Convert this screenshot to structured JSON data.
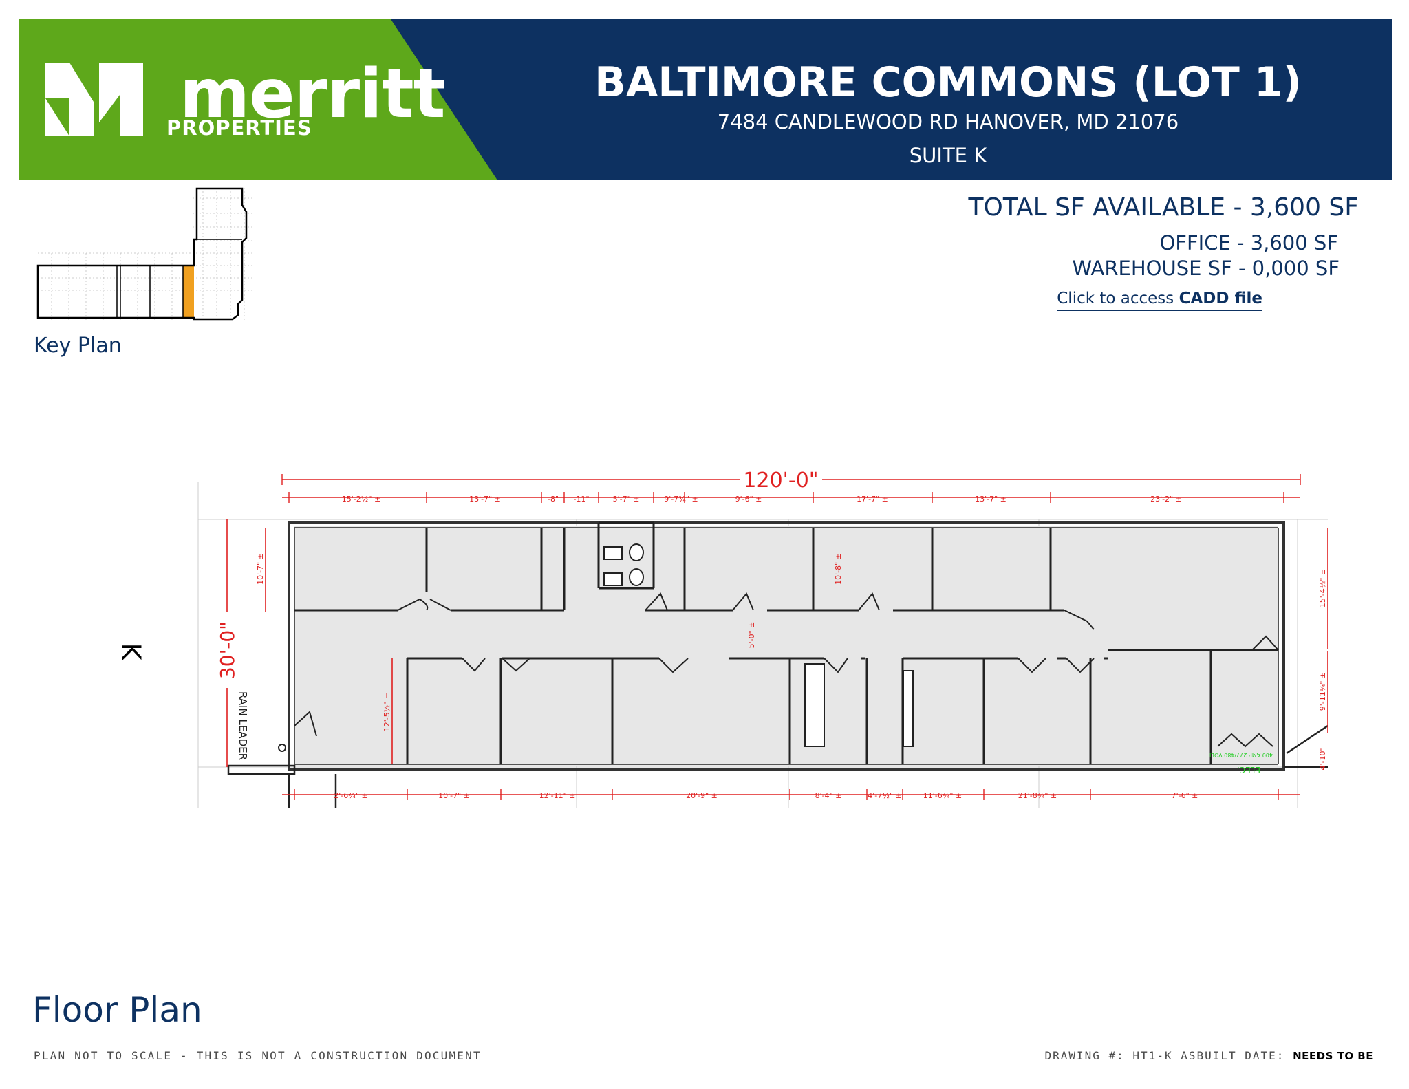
{
  "header": {
    "logo_word": "merritt",
    "logo_sub": "PROPERTIES",
    "title": "BALTIMORE COMMONS (LOT 1)",
    "address": "7484 CANDLEWOOD RD  HANOVER, MD 21076",
    "suite": "SUITE K",
    "colors": {
      "green": "#5ea81b",
      "navy": "#0d3161"
    }
  },
  "summary": {
    "total": "TOTAL SF AVAILABLE - 3,600 SF",
    "office": "OFFICE -  3,600 SF",
    "warehouse": "WAREHOUSE SF -  0,000 SF",
    "cadd_prefix": "Click to access ",
    "cadd_link": "CADD file"
  },
  "key_plan": {
    "label": "Key Plan",
    "highlight_color": "#f0a020"
  },
  "plan": {
    "overall_width": "120'-0\"",
    "overall_depth": "30'-0\"",
    "suite_letter": "K",
    "rain_leader": "RAIN LEADER",
    "elec": "ELEC.",
    "elec_sub": "400 AMP 277/480 VOLT",
    "dim_color": "#e02020",
    "top_dims": [
      "15'-2½\" ±",
      "13'-7\" ±",
      "-8\"",
      "-11\"",
      "5'-7\" ±",
      "9'-7¾\" ±",
      "9'-6\" ±",
      "17'-7\" ±",
      "13'-7\" ±",
      "23'-2\" ±"
    ],
    "bottom_dims": [
      "2'-6¾\" ±",
      "10'-7\" ±",
      "12'-11\" ±",
      "20'-9\" ±",
      "8'-4\" ±",
      "4'-7½\" ±",
      "11'-6¾\" ±",
      "21'-8¾\" ±",
      "7'-6\" ±"
    ],
    "left_dims": [
      "10'-7\" ±",
      "12'-5½\" ±"
    ],
    "mid_dims": [
      "10'-8\" ±",
      "5'-0\" ±"
    ],
    "right_dims": [
      "15'-4½\" ±",
      "9'-11¼\" ±",
      "4'-10\""
    ]
  },
  "labels": {
    "floor_plan": "Floor Plan",
    "disclaimer": "PLAN NOT TO SCALE - THIS IS NOT A CONSTRUCTION DOCUMENT",
    "drawing": "DRAWING #: HT1-K  ASBUILT DATE: ",
    "drawing_status": "NEEDS TO BE"
  }
}
